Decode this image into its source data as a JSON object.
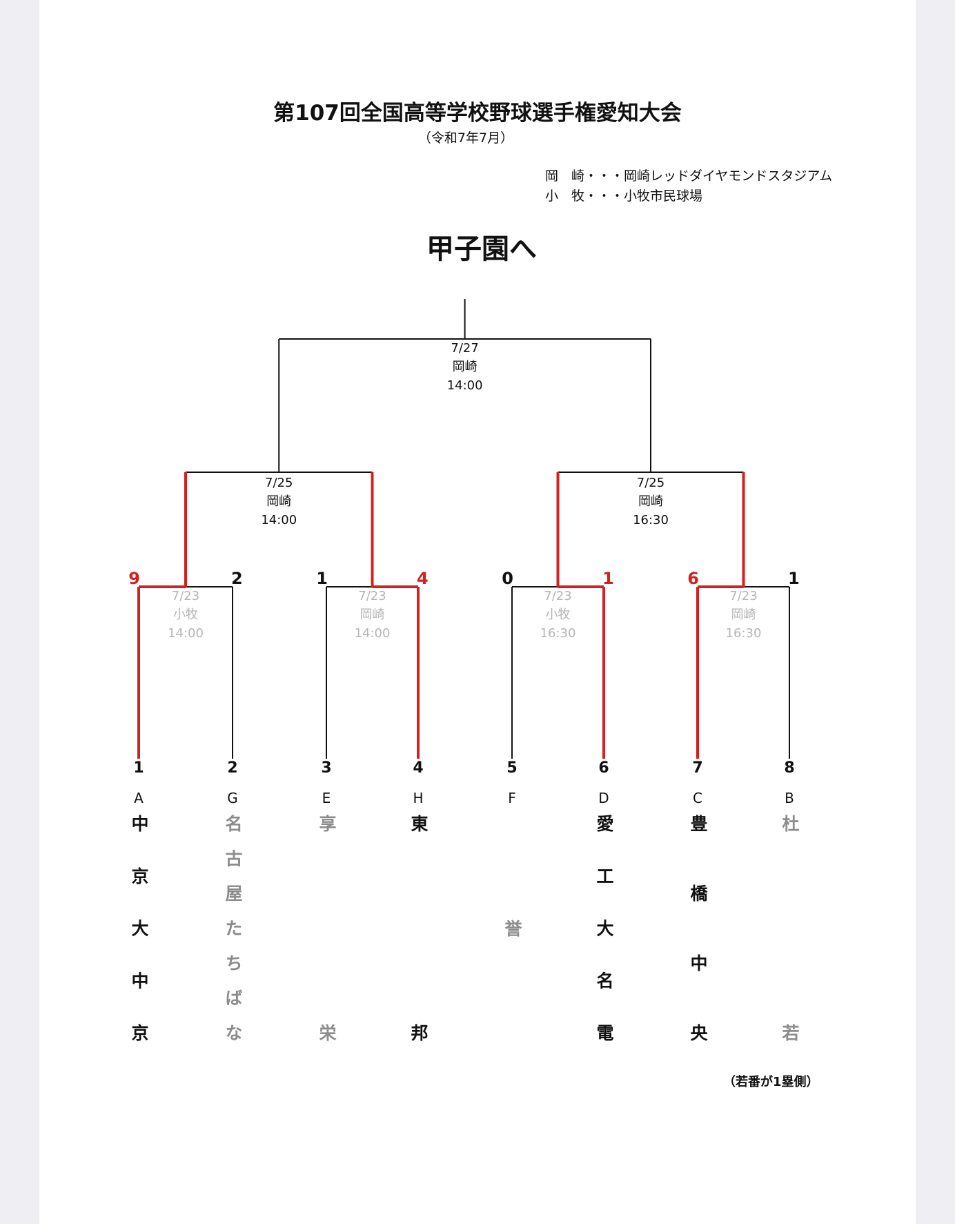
{
  "header": {
    "title": "第107回全国高等学校野球選手権愛知大会",
    "subtitle": "（令和7年7月）",
    "venues": [
      "岡　崎・・・岡崎レッドダイヤモンドスタジアム",
      "小　牧・・・小牧市民球場"
    ],
    "goal": "甲子園へ"
  },
  "final": {
    "date": "7/27",
    "venue": "岡崎",
    "time": "14:00"
  },
  "semifinals": [
    {
      "date": "7/25",
      "venue": "岡崎",
      "time": "14:00"
    },
    {
      "date": "7/25",
      "venue": "岡崎",
      "time": "16:30"
    }
  ],
  "quarterfinals": [
    {
      "date": "7/23",
      "venue": "小牧",
      "time": "14:00",
      "scores": [
        "9",
        "2"
      ],
      "winner": 0
    },
    {
      "date": "7/23",
      "venue": "岡崎",
      "time": "14:00",
      "scores": [
        "1",
        "4"
      ],
      "winner": 1
    },
    {
      "date": "7/23",
      "venue": "小牧",
      "time": "16:30",
      "scores": [
        "0",
        "1"
      ],
      "winner": 1
    },
    {
      "date": "7/23",
      "venue": "岡崎",
      "time": "16:30",
      "scores": [
        "6",
        "1"
      ],
      "winner": 0
    }
  ],
  "teams": [
    {
      "num": "1",
      "seed": "A",
      "name": "中京大中京",
      "won": true
    },
    {
      "num": "2",
      "seed": "G",
      "name": "名古屋たちばな",
      "won": false
    },
    {
      "num": "3",
      "seed": "E",
      "name": "享栄",
      "won": false
    },
    {
      "num": "4",
      "seed": "H",
      "name": "東邦",
      "won": true
    },
    {
      "num": "5",
      "seed": "F",
      "name": "誉",
      "won": false
    },
    {
      "num": "6",
      "seed": "D",
      "name": "愛工大名電",
      "won": true
    },
    {
      "num": "7",
      "seed": "C",
      "name": "豊橋中央",
      "won": true
    },
    {
      "num": "8",
      "seed": "B",
      "name": "杜若",
      "won": false
    }
  ],
  "note": "（若番が1塁側）",
  "colors": {
    "winner_line": "#d42020",
    "line": "#111111",
    "muted": "#b5b5b5"
  }
}
